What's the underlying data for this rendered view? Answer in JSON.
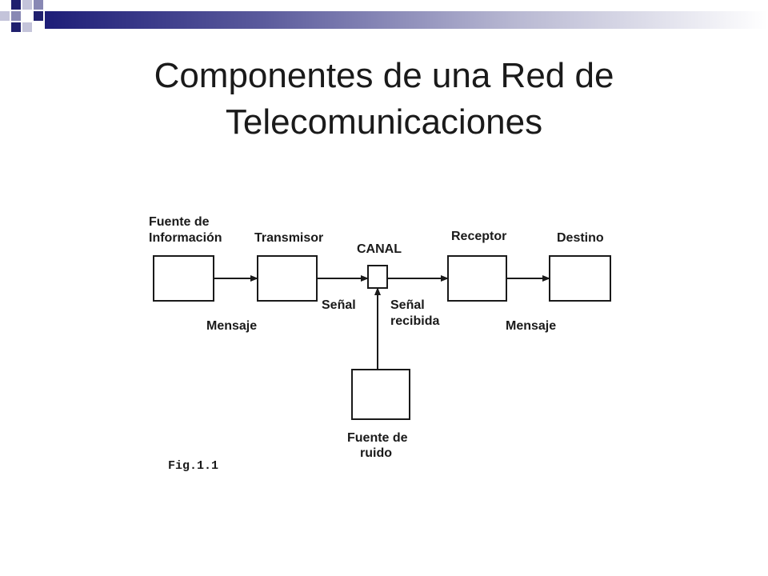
{
  "title": "Componentes de una Red de Telecomunicaciones",
  "diagram": {
    "blocks": {
      "source": {
        "label_line1": "Fuente de",
        "label_line2": "Información"
      },
      "transmitter": {
        "label": "Transmisor"
      },
      "channel": {
        "label": "CANAL"
      },
      "receiver": {
        "label": "Receptor"
      },
      "destination": {
        "label": "Destino"
      },
      "noise": {
        "label_line1": "Fuente de",
        "label_line2": "ruido"
      }
    },
    "signals": {
      "message_in": "Mensaje",
      "signal": "Señal",
      "received_line1": "Señal",
      "received_line2": "recibida",
      "message_out": "Mensaje"
    },
    "caption": "Fig.1.1"
  },
  "colors": {
    "accent_dark": "#20206e",
    "accent_mid": "#8888b4",
    "accent_light": "#c4c4da",
    "diagram_ink": "#1a1a1a"
  }
}
